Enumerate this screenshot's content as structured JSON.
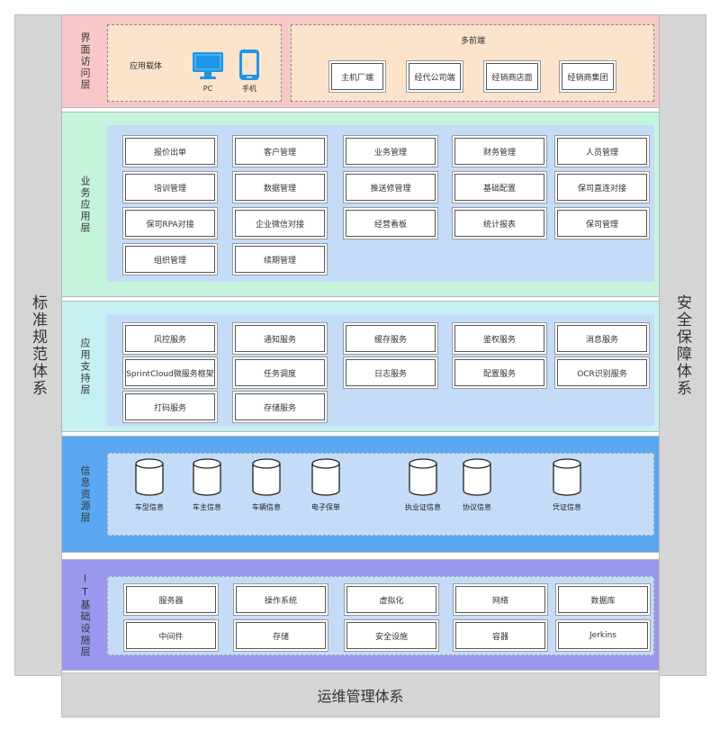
{
  "left_axis": "标准规范体系",
  "right_axis": "安全保障体系",
  "bottom_axis": "运维管理体系",
  "ui_layer": {
    "title": "界面访问层",
    "carrier_label": "应用载体",
    "pc_label": "PC",
    "phone_label": "手机",
    "frontend_label": "多前端",
    "frontends": [
      "主机厂端",
      "经代公司端",
      "经销商店面",
      "经销商集团"
    ]
  },
  "biz_layer": {
    "title": "业务应用层",
    "items": [
      "报价出单",
      "客户管理",
      "业务管理",
      "财务管理",
      "人员管理",
      "培训管理",
      "数据管理",
      "推送修管理",
      "基础配置",
      "保司直连对接",
      "保司RPA对接",
      "企业微信对接",
      "经营看板",
      "统计报表",
      "保司管理",
      "组织管理",
      "续期管理"
    ]
  },
  "svc_layer": {
    "title": "应用支持层",
    "items": [
      "风控服务",
      "通知服务",
      "缓存服务",
      "鉴权服务",
      "消息服务",
      "SprintCloud微服务框架",
      "任务调度",
      "日志服务",
      "配置服务",
      "OCR识别服务",
      "打码服务",
      "存储服务"
    ]
  },
  "info_layer": {
    "title": "信息资源层",
    "items": [
      "车型信息",
      "车主信息",
      "车辆信息",
      "电子保单",
      "执业证信息",
      "协议信息",
      "凭证信息"
    ]
  },
  "it_layer": {
    "title": "IT基础设施层",
    "items": [
      "服务器",
      "操作系统",
      "虚拟化",
      "网络",
      "数据库",
      "中间件",
      "存储",
      "安全设施",
      "容器",
      "Jerkins"
    ]
  }
}
